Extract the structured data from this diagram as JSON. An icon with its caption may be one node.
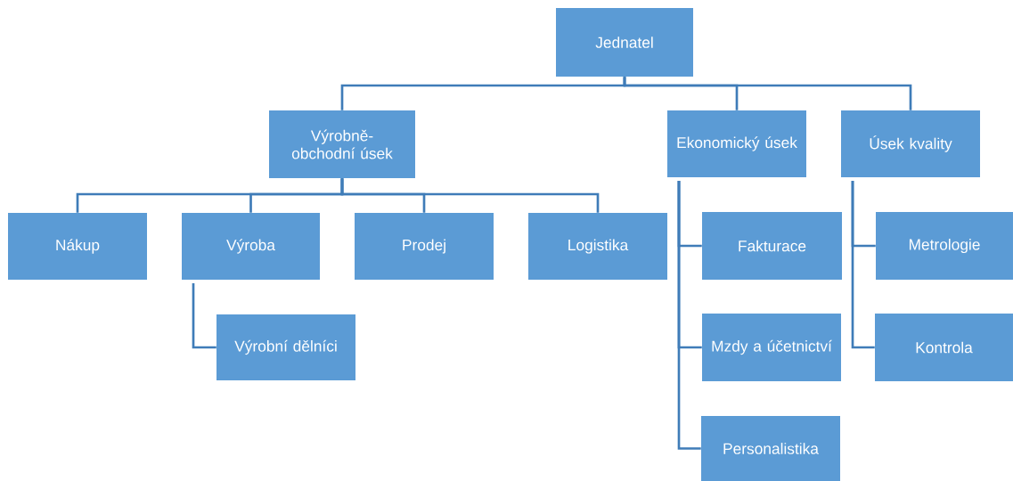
{
  "diagram": {
    "nodes": [
      {
        "text": [
          "Jednatel"
        ]
      },
      {
        "text": [
          "Výrobně-obchodní úsek"
        ]
      },
      {
        "text": [
          "Ekonomický úsek"
        ]
      },
      {
        "text": [
          "Úsek kvality"
        ]
      },
      {
        "text": [
          "Nákup"
        ]
      },
      {
        "text": [
          "Výroba"
        ]
      },
      {
        "text": [
          "Prodej"
        ]
      },
      {
        "text": [
          "Logistika"
        ]
      },
      {
        "text": [
          "Výrobní dělníci"
        ]
      },
      {
        "text": [
          "Fakturace"
        ]
      },
      {
        "text": [
          "Mzdy a účetnictví"
        ]
      },
      {
        "text": [
          "Personalistika"
        ]
      },
      {
        "text": [
          "Metrologie"
        ]
      },
      {
        "text": [
          "Kontrola"
        ]
      }
    ],
    "edges": [
      {
        "from": 0,
        "to": 1,
        "arrow": "none"
      },
      {
        "from": 0,
        "to": 2,
        "arrow": "none"
      },
      {
        "from": 0,
        "to": 3,
        "arrow": "none"
      },
      {
        "from": 1,
        "to": 4,
        "arrow": "none"
      },
      {
        "from": 1,
        "to": 5,
        "arrow": "none"
      },
      {
        "from": 1,
        "to": 6,
        "arrow": "none"
      },
      {
        "from": 1,
        "to": 7,
        "arrow": "none"
      },
      {
        "from": 5,
        "to": 8,
        "arrow": "none"
      },
      {
        "from": 2,
        "to": 9,
        "arrow": "none"
      },
      {
        "from": 2,
        "to": 10,
        "arrow": "none"
      },
      {
        "from": 2,
        "to": 11,
        "arrow": "none"
      },
      {
        "from": 3,
        "to": 12,
        "arrow": "none"
      },
      {
        "from": 3,
        "to": 13,
        "arrow": "none"
      }
    ]
  }
}
